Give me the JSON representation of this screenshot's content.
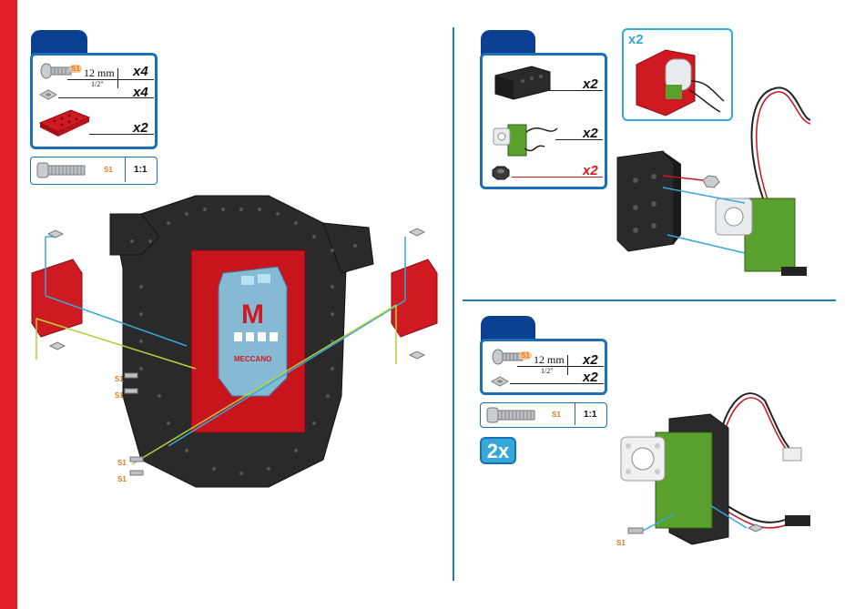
{
  "colors": {
    "accent_blue": "#1a6fb8",
    "navy_tab": "#0b3f8f",
    "red_bar": "#e01e2b",
    "part_red": "#d01a22",
    "part_green": "#5aa02c",
    "frame_black": "#222222",
    "light_blue": "#35a8d8",
    "code_orange": "#e07a1c"
  },
  "step1": {
    "parts": {
      "screw": {
        "code": "S1",
        "length": "12 mm",
        "inch": "1/2\"",
        "qty": "x4",
        "icon": "screw-icon"
      },
      "nut": {
        "qty": "x4",
        "icon": "square-nut-icon"
      },
      "bracket": {
        "qty": "x2",
        "icon": "red-bracket-icon"
      }
    },
    "scale": {
      "code": "S1",
      "label": "1:1"
    },
    "callouts": [
      "S1",
      "S1",
      "S1",
      "S1"
    ]
  },
  "step2": {
    "parts": {
      "servo_housing": {
        "qty": "x2",
        "icon": "black-housing-icon"
      },
      "servo": {
        "qty": "x2",
        "icon": "green-servo-icon"
      },
      "nut": {
        "qty": "x2",
        "icon": "hex-nut-icon"
      }
    },
    "callout_qty": "x2"
  },
  "step3": {
    "parts": {
      "screw": {
        "code": "S1",
        "length": "12 mm",
        "inch": "1/2\"",
        "qty": "x2",
        "icon": "screw-icon"
      },
      "nut": {
        "qty": "x2",
        "icon": "square-nut-icon"
      }
    },
    "scale": {
      "code": "S1",
      "label": "1:1"
    },
    "repeat": "2x",
    "callouts": [
      "S1"
    ]
  },
  "illustration": {
    "logo_text": "MECCANO",
    "logo_letter": "M"
  }
}
